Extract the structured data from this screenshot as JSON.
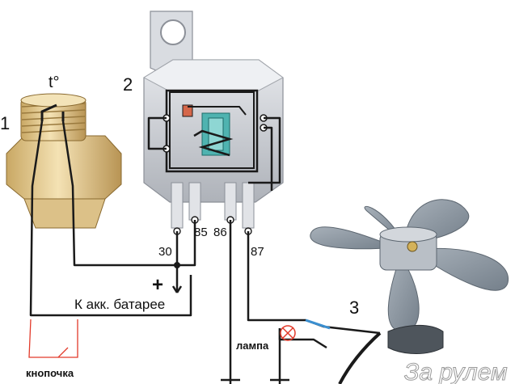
{
  "labels": {
    "sensor_number": "1",
    "relay_number": "2",
    "fan_number": "3",
    "temperature_symbol": "t°",
    "pin_30": "30",
    "pin_85": "85",
    "pin_86": "86",
    "pin_87": "87",
    "plus_sign": "+",
    "battery_label": "К акк. батарее",
    "lamp_label": "лампа",
    "button_label": "кнопочка",
    "watermark": "За рулем"
  },
  "colors": {
    "wire": "#1a1a1a",
    "handdrawn": "#e23a2a",
    "relay_body": "#c9ccd2",
    "relay_top": "#e4e6ea",
    "brass": "#e7cf95",
    "coil": "#4fb3b0",
    "fan_blade": "#8f9aa5",
    "fan_motor": "#b9bfc6"
  }
}
